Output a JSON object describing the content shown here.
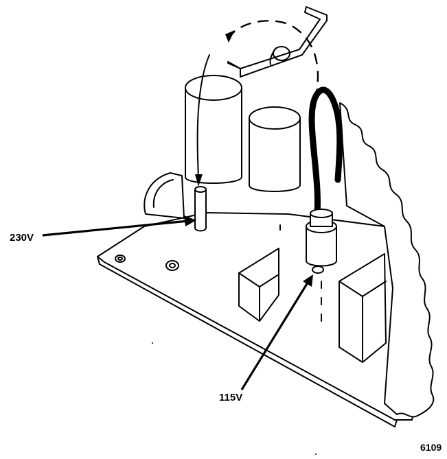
{
  "labels": {
    "tap_230": "230V",
    "tap_115": "115V",
    "figure_number": "6109"
  }
}
